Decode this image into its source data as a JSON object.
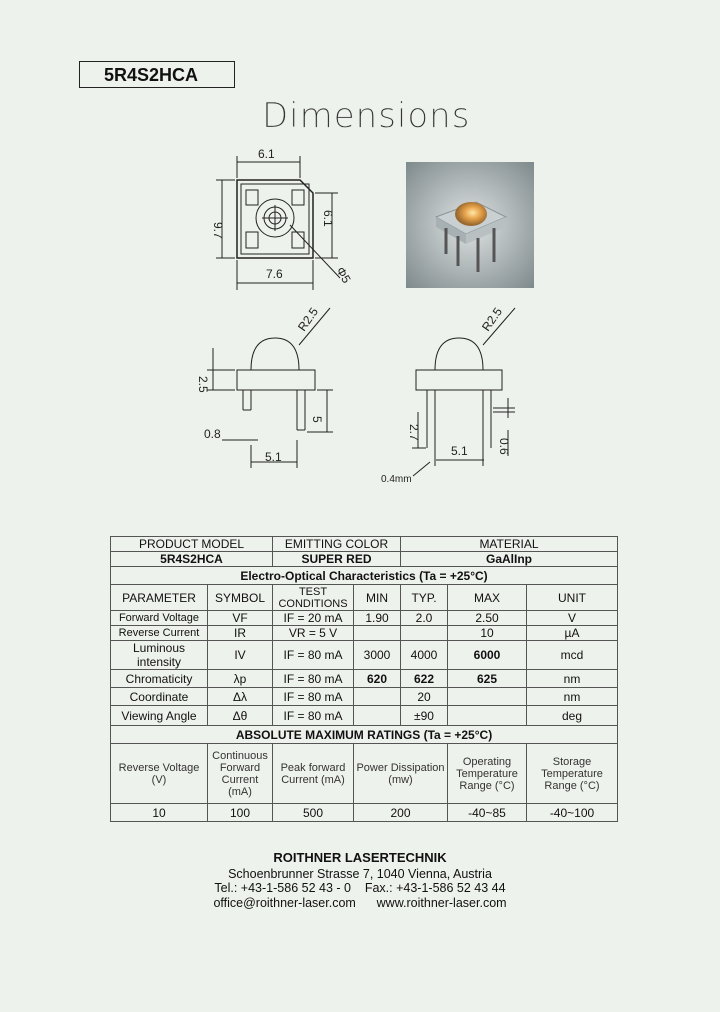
{
  "model": "5R4S2HCA",
  "heading": "Dimensions",
  "drawing_labels": {
    "top_width": "6.1",
    "left_height": "9.7",
    "right_height": "6.1",
    "bottom_width": "7.6",
    "diameter": "Φ5",
    "radius_left": "R2.5",
    "radius_right": "R2.5",
    "height_25": "2.5",
    "height_5": "5",
    "dim_08": "0.8",
    "pitch_left": "5.1",
    "dim_27": "2.7",
    "pitch_right": "5.1",
    "dim_06": "0.6",
    "lead_width": "0.4mm"
  },
  "table": {
    "head": [
      "PRODUCT MODEL",
      "EMITTING COLOR",
      "MATERIAL"
    ],
    "head_values": [
      "5R4S2HCA",
      "SUPER RED",
      "GaAlInp"
    ],
    "eo_title": "Electro-Optical Characteristics (Ta = +25°C)",
    "eo_cols": [
      "PARAMETER",
      "SYMBOL",
      "TEST CONDITIONS",
      "MIN",
      "TYP.",
      "MAX",
      "UNIT"
    ],
    "rows": [
      {
        "param": "Forward Voltage",
        "symbol": "VF",
        "cond": "IF = 20 mA",
        "min": "1.90",
        "typ": "2.0",
        "max": "2.50",
        "unit": "V"
      },
      {
        "param": "Reverse Current",
        "symbol": "IR",
        "cond": "VR = 5 V",
        "min": "",
        "typ": "",
        "max": "10",
        "unit": "µA"
      },
      {
        "param": "Luminous intensity",
        "symbol": "IV",
        "cond": "IF = 80 mA",
        "min": "3000",
        "typ": "4000",
        "max": "6000",
        "unit": "mcd"
      },
      {
        "param": "Chromaticity",
        "symbol": "λp",
        "cond": "IF = 80 mA",
        "min": "620",
        "typ": "622",
        "max": "625",
        "unit": "nm"
      },
      {
        "param": "Coordinate",
        "symbol": "Δλ",
        "cond": "IF = 80 mA",
        "min": "",
        "typ": "20",
        "max": "",
        "unit": "nm"
      },
      {
        "param": "Viewing Angle",
        "symbol": "Δθ",
        "cond": "IF = 80 mA",
        "min": "",
        "typ": "±90",
        "max": "",
        "unit": "deg"
      }
    ],
    "abs_title": "ABSOLUTE MAXIMUM RATINGS (Ta = +25°C)",
    "abs_cols": [
      "Reverse Voltage (V)",
      "Continuous Forward Current (mA)",
      "Peak forward Current (mA)",
      "Power Dissipation (mw)",
      "Operating Temperature Range (°C)",
      "Storage Temperature Range (°C)"
    ],
    "abs_values": [
      "10",
      "100",
      "500",
      "200",
      "-40~85",
      "-40~100"
    ]
  },
  "footer": {
    "company": "ROITHNER LASERTECHNIK",
    "address": "Schoenbrunner Strasse 7, 1040 Vienna, Austria",
    "phone": "Tel.: +43-1-586 52 43 - 0    Fax.: +43-1-586 52 43 44",
    "web": "office@roithner-laser.com      www.roithner-laser.com"
  }
}
